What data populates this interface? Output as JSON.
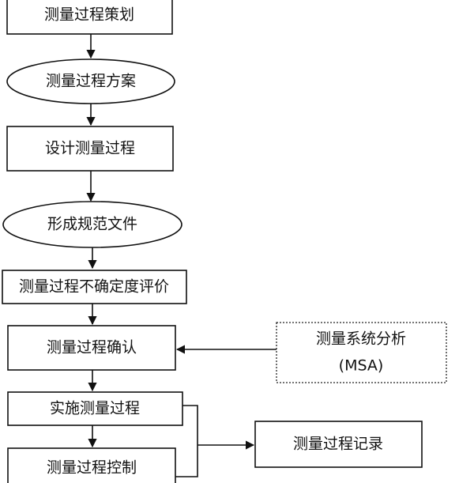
{
  "nodes": {
    "plan": "测量过程策划",
    "scheme": "测量过程方案",
    "design": "设计测量过程",
    "spec": "形成规范文件",
    "uncertainty": "测量过程不确定度评价",
    "confirm": "测量过程确认",
    "implement": "实施测量过程",
    "control": "测量过程控制",
    "record": "测量过程记录",
    "msa_line1": "测量系统分析",
    "msa_line2": "(MSA)"
  }
}
